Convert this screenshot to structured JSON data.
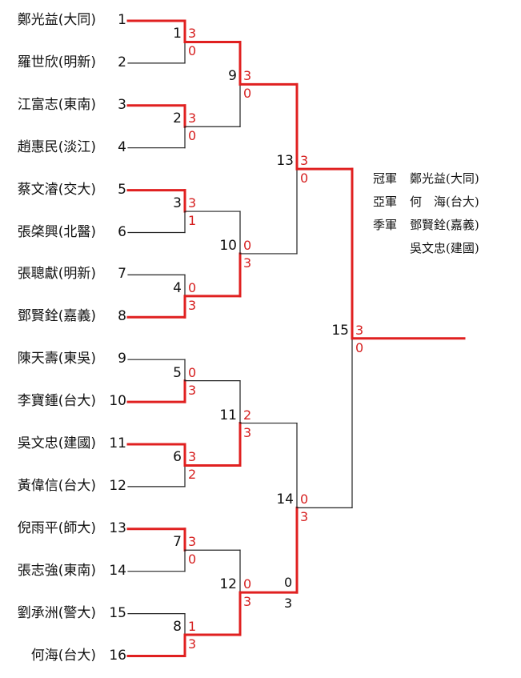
{
  "players": [
    {
      "seed": "1",
      "name": "鄭光益(大同)"
    },
    {
      "seed": "2",
      "name": "羅世欣(明新)"
    },
    {
      "seed": "3",
      "name": "江富志(東南)"
    },
    {
      "seed": "4",
      "name": "趙惠民(淡江)"
    },
    {
      "seed": "5",
      "name": "蔡文濬(交大)"
    },
    {
      "seed": "6",
      "name": "張棨興(北醫)"
    },
    {
      "seed": "7",
      "name": "張聰獻(明新)"
    },
    {
      "seed": "8",
      "name": "鄧賢銓(嘉義)"
    },
    {
      "seed": "9",
      "name": "陳天壽(東吳)"
    },
    {
      "seed": "10",
      "name": "李寶鍾(台大)"
    },
    {
      "seed": "11",
      "name": "吳文忠(建國)"
    },
    {
      "seed": "12",
      "name": "黃偉信(台大)"
    },
    {
      "seed": "13",
      "name": "倪雨平(師大)"
    },
    {
      "seed": "14",
      "name": "張志強(東南)"
    },
    {
      "seed": "15",
      "name": "劉承洲(警大)"
    },
    {
      "seed": "16",
      "name": "何海(台大)"
    }
  ],
  "matches": [
    {
      "no": "1",
      "top": "3",
      "bottom": "0",
      "winner": "top"
    },
    {
      "no": "2",
      "top": "3",
      "bottom": "0",
      "winner": "top"
    },
    {
      "no": "3",
      "top": "3",
      "bottom": "1",
      "winner": "top"
    },
    {
      "no": "4",
      "top": "0",
      "bottom": "3",
      "winner": "bottom"
    },
    {
      "no": "5",
      "top": "0",
      "bottom": "3",
      "winner": "bottom"
    },
    {
      "no": "6",
      "top": "3",
      "bottom": "2",
      "winner": "top"
    },
    {
      "no": "7",
      "top": "3",
      "bottom": "0",
      "winner": "top"
    },
    {
      "no": "8",
      "top": "1",
      "bottom": "3",
      "winner": "bottom"
    },
    {
      "no": "9",
      "top": "3",
      "bottom": "0",
      "winner": "top"
    },
    {
      "no": "10",
      "top": "0",
      "bottom": "3",
      "winner": "bottom"
    },
    {
      "no": "11",
      "top": "2",
      "bottom": "3",
      "winner": "bottom"
    },
    {
      "no": "12",
      "top": "0",
      "bottom": "3",
      "winner": "bottom"
    },
    {
      "no": "13",
      "top": "3",
      "bottom": "0",
      "winner": "top"
    },
    {
      "no": "14",
      "top": "0",
      "bottom": "3",
      "winner": "bottom"
    },
    {
      "no": "15",
      "top": "3",
      "bottom": "0",
      "winner": "top"
    }
  ],
  "extra_marks": {
    "upper": "0",
    "lower": "3"
  },
  "results": [
    {
      "title": "冠軍",
      "name": "鄭光益(大同)"
    },
    {
      "title": "亞軍",
      "name": "何　海(台大)"
    },
    {
      "title": "季軍",
      "name": "鄧賢銓(嘉義)"
    },
    {
      "title": "",
      "name": "吳文忠(建國)"
    }
  ],
  "colors": {
    "win": "#e02020",
    "line": "#222222",
    "score": "#d62020"
  }
}
